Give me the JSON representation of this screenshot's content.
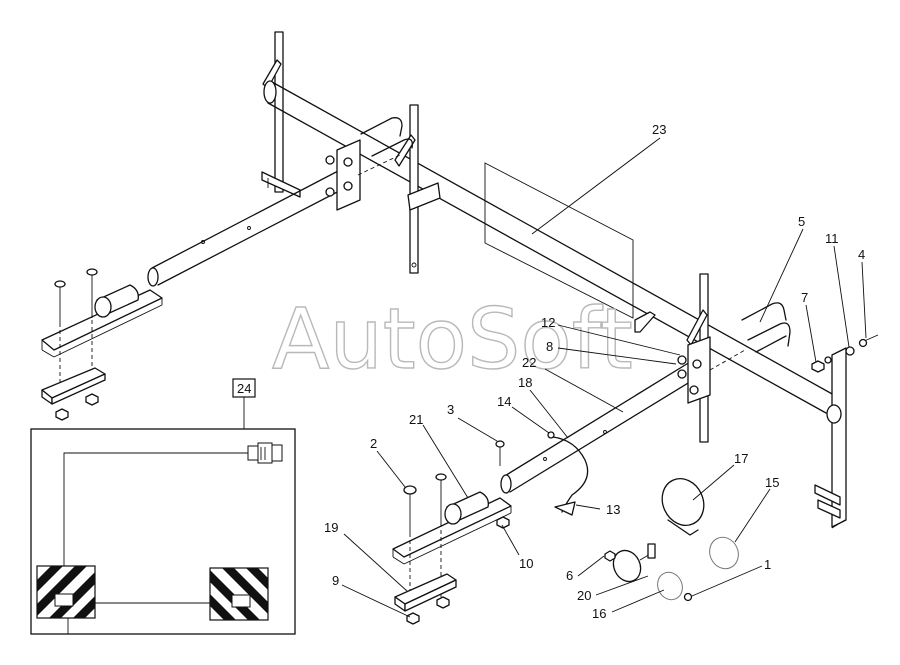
{
  "watermark": "AutoSoft",
  "inset_label": "24",
  "callouts": [
    {
      "id": "c1",
      "text": "1"
    },
    {
      "id": "c2",
      "text": "2"
    },
    {
      "id": "c3",
      "text": "3"
    },
    {
      "id": "c4",
      "text": "4"
    },
    {
      "id": "c5",
      "text": "5"
    },
    {
      "id": "c6",
      "text": "6"
    },
    {
      "id": "c7",
      "text": "7"
    },
    {
      "id": "c8",
      "text": "8"
    },
    {
      "id": "c9",
      "text": "9"
    },
    {
      "id": "c10",
      "text": "10"
    },
    {
      "id": "c11",
      "text": "11"
    },
    {
      "id": "c12",
      "text": "12"
    },
    {
      "id": "c13",
      "text": "13"
    },
    {
      "id": "c14",
      "text": "14"
    },
    {
      "id": "c15",
      "text": "15"
    },
    {
      "id": "c16",
      "text": "16"
    },
    {
      "id": "c17",
      "text": "17"
    },
    {
      "id": "c18",
      "text": "18"
    },
    {
      "id": "c19",
      "text": "19"
    },
    {
      "id": "c20",
      "text": "20"
    },
    {
      "id": "c21",
      "text": "21"
    },
    {
      "id": "c22",
      "text": "22"
    },
    {
      "id": "c23",
      "text": "23"
    }
  ]
}
